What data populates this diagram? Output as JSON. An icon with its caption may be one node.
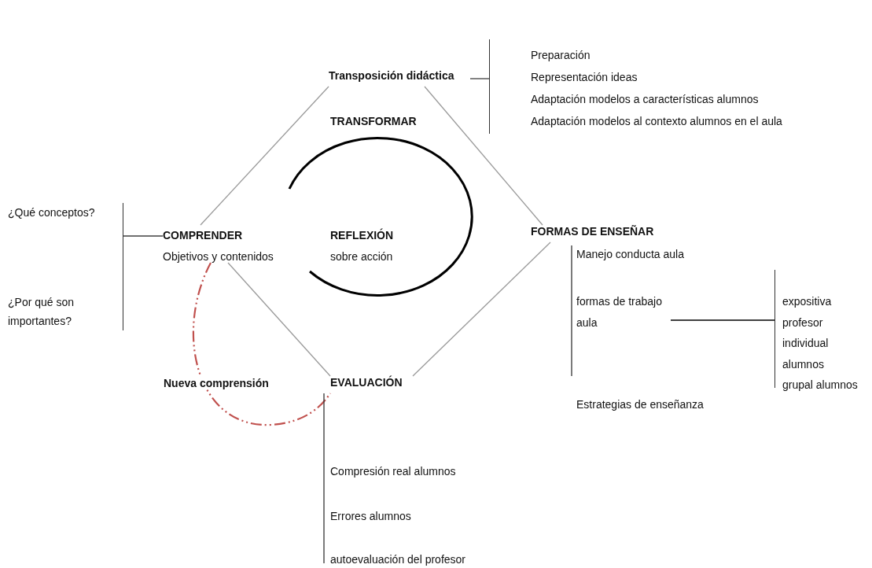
{
  "diagram": {
    "nodes": [
      {
        "text": [
          "Transposición didáctica"
        ]
      },
      {
        "text": [
          "Preparación",
          "Representación ideas",
          "Adaptación modelos a características alumnos",
          "Adaptación modelos al contexto alumnos en el aula"
        ]
      },
      {
        "text": [
          "COMPRENDER",
          "Objetivos y contenidos"
        ]
      },
      {
        "text": [
          "¿Qué conceptos?",
          "¿Por qué son importantes?"
        ]
      },
      {
        "text": [
          "REFLEXIÓN",
          "sobre acción"
        ]
      },
      {
        "text": [
          "FORMAS DE ENSEÑAR"
        ]
      },
      {
        "text": [
          "Manejo conducta aula"
        ]
      },
      {
        "text": [
          "formas de trabajo aula"
        ]
      },
      {
        "text": [
          "Estrategias de enseñanza"
        ]
      },
      {
        "text": [
          "expositiva profesor",
          "individual alumnos",
          "grupal alumnos"
        ]
      },
      {
        "text": [
          "EVALUACIÓN"
        ]
      },
      {
        "text": [
          "Compresión real alumnos"
        ]
      },
      {
        "text": [
          "Errores alumnos"
        ]
      },
      {
        "text": [
          "autoevaluación del profesor"
        ]
      }
    ],
    "edges": [
      {
        "from": 0,
        "to": 1,
        "arrow": "none",
        "color": "#404040"
      },
      {
        "from": 0,
        "to": 2,
        "arrow": "none"
      },
      {
        "from": 0,
        "to": 5,
        "arrow": "none"
      },
      {
        "from": 2,
        "to": 3,
        "arrow": "none",
        "color": "#404040"
      },
      {
        "from": 2,
        "to": 10,
        "arrow": "none"
      },
      {
        "from": 10,
        "to": 5,
        "arrow": "none"
      },
      {
        "from": 7,
        "to": 9,
        "arrow": "none",
        "color": "#000000"
      },
      {
        "from": 2,
        "to": 10,
        "arrow": "none",
        "style": "dashed",
        "color": "#c0504d",
        "label": "Nueva comprensión"
      }
    ],
    "labels": [
      "TRANSFORMAR"
    ]
  }
}
